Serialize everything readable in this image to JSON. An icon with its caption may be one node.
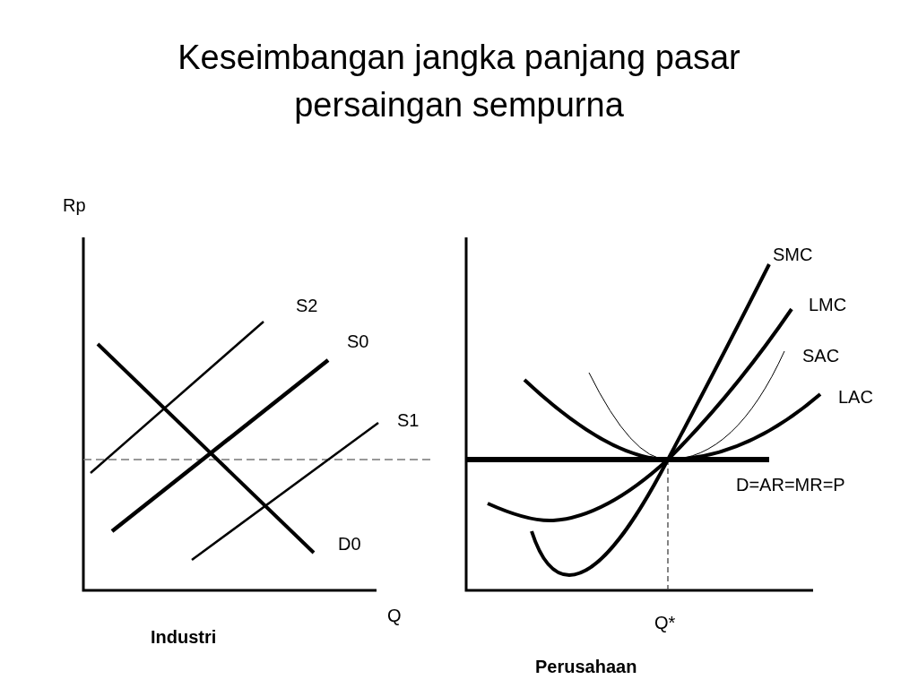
{
  "diagram": {
    "title": "Keseimbangan jangka panjang pasar persaingan sempurna",
    "labels": [
      "Rp",
      "SMC",
      "S2",
      "LMC",
      "S0",
      "SAC",
      "LAC",
      "S1",
      "D=AR=MR=P",
      "D0",
      "Q",
      "Q*",
      "Industri",
      "Perusahaan"
    ]
  }
}
